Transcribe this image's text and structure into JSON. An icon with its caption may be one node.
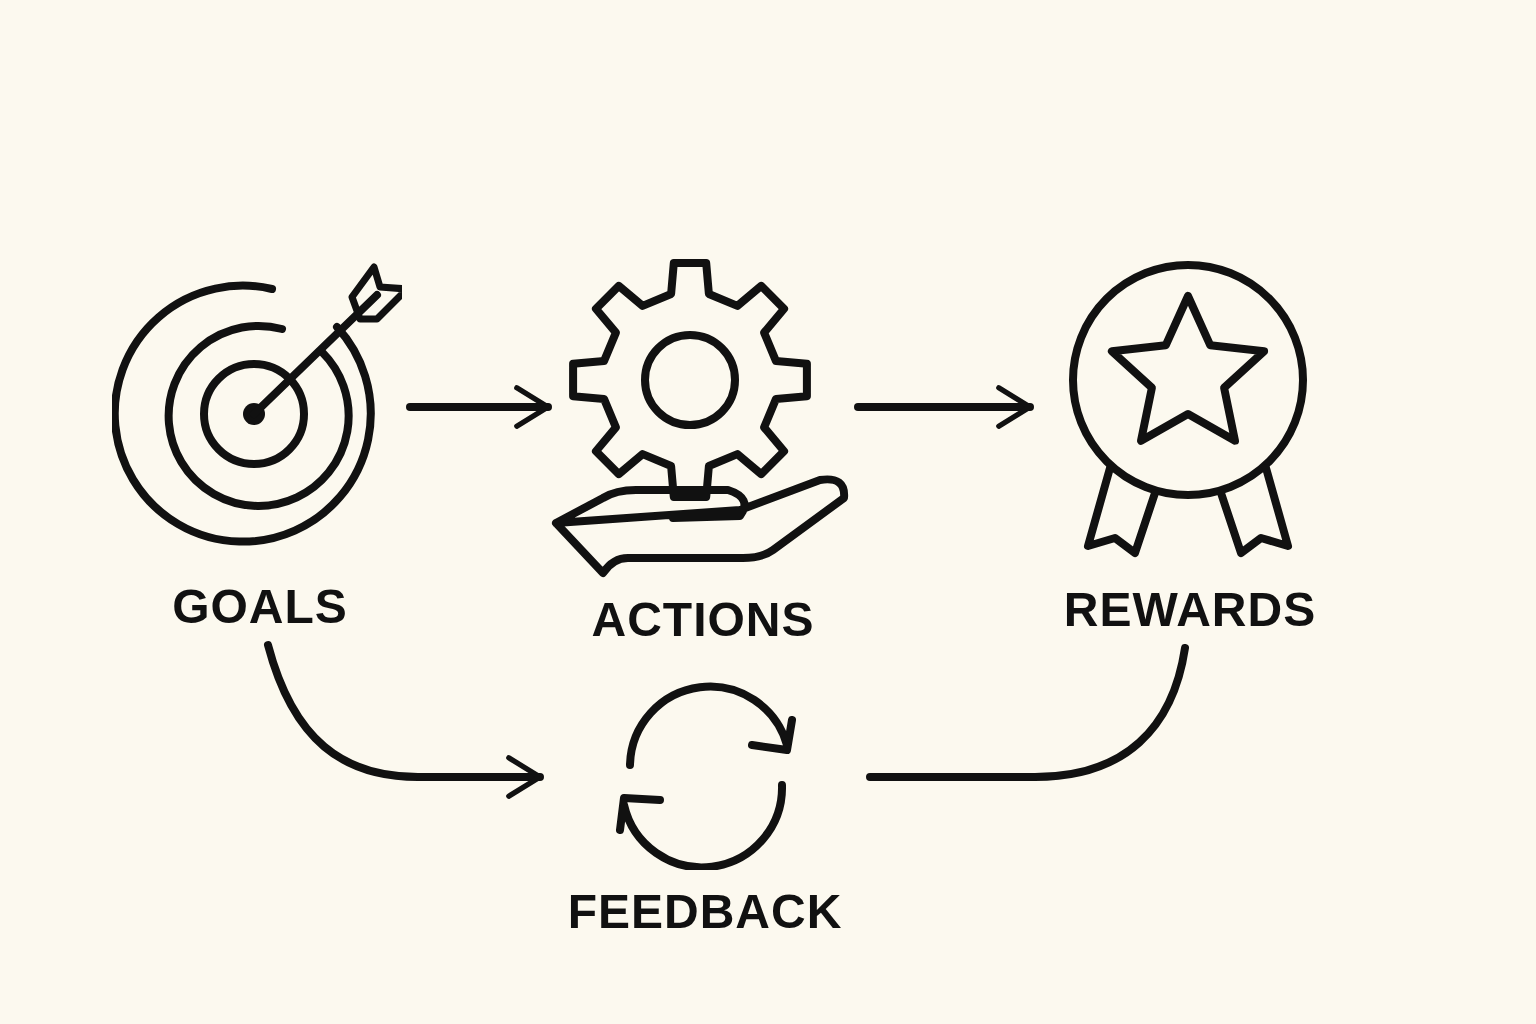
{
  "diagram": {
    "nodes": [
      {
        "text": [
          "GOALS"
        ]
      },
      {
        "text": [
          "ACTIONS"
        ]
      },
      {
        "text": [
          "REWARDS"
        ]
      },
      {
        "text": [
          "FEEDBACK"
        ]
      }
    ],
    "edges": [
      {
        "from": 0,
        "to": 1,
        "arrow": "to"
      },
      {
        "from": 1,
        "to": 2,
        "arrow": "to"
      },
      {
        "from": 0,
        "to": 3,
        "arrow": "to"
      },
      {
        "from": 2,
        "to": 3,
        "arrow": "none"
      }
    ]
  }
}
